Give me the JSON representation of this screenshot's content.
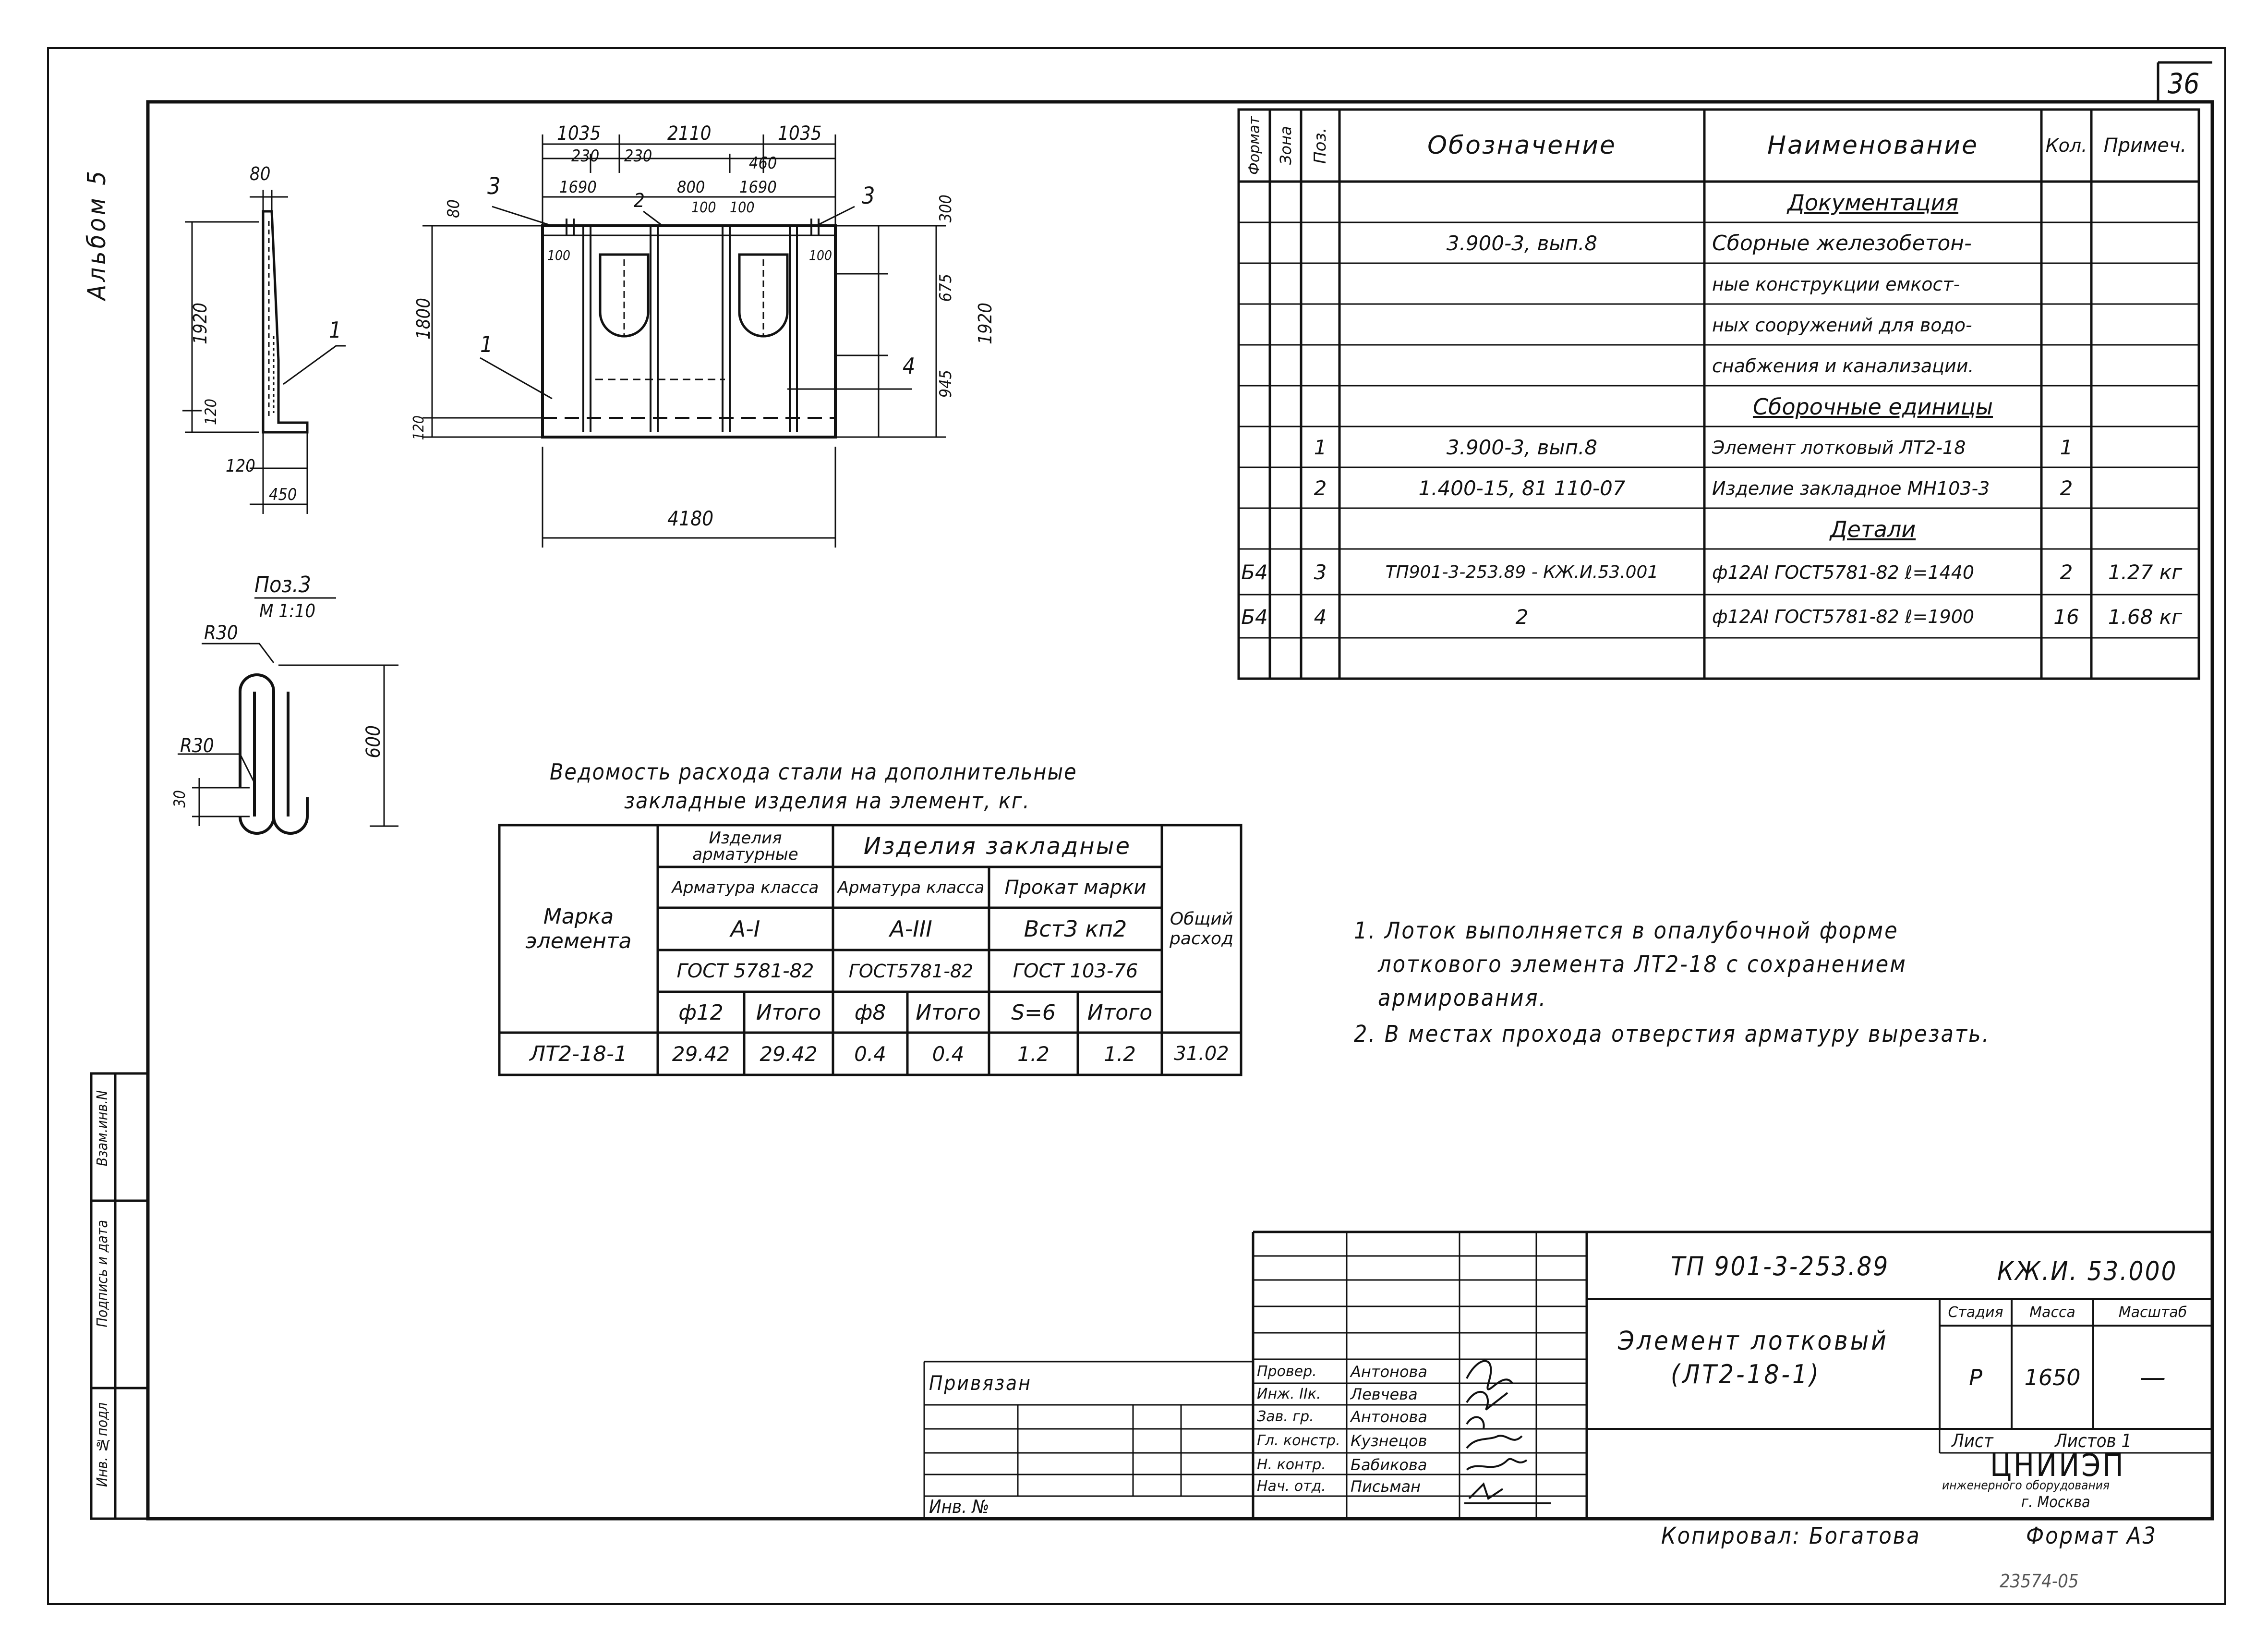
{
  "sheet": {
    "number": "36",
    "album": "Альбом 5",
    "copied_by": "Копировал: Богатова",
    "format": "Формат А3",
    "stamp_code": "23574-05"
  },
  "side_stamp": {
    "fields": [
      "Взам.инв.N",
      "Подпись и дата",
      "Инв. №подл"
    ]
  },
  "drawings": {
    "section": {
      "dims": [
        "80",
        "1920",
        "120",
        "120",
        "450"
      ],
      "callout": "1"
    },
    "plan": {
      "dims_top": [
        "1035",
        "2110",
        "1035",
        "230",
        "230",
        "460",
        "1690",
        "800",
        "1690",
        "100",
        "100",
        "100",
        "100"
      ],
      "dims_left": [
        "80",
        "1800",
        "120"
      ],
      "dims_right": [
        "300",
        "675",
        "945",
        "1920"
      ],
      "dim_bottom": "4180",
      "callouts": [
        "3",
        "2",
        "3",
        "1",
        "4"
      ]
    },
    "detail": {
      "title": "Поз.3",
      "scale": "М 1:10",
      "dims": [
        "R30",
        "R30",
        "30",
        "600"
      ]
    }
  },
  "spec_table": {
    "headers": {
      "format": "Формат",
      "zone": "Зона",
      "pos": "Поз.",
      "designation": "Обозначение",
      "name": "Наименование",
      "qty": "Кол.",
      "note": "Примеч."
    },
    "rows": [
      {
        "format": "",
        "zone": "",
        "pos": "",
        "designation": "",
        "name": "Документация",
        "qty": "",
        "note": "",
        "section": true
      },
      {
        "format": "",
        "zone": "",
        "pos": "",
        "designation": "3.900-3, вып.8",
        "name": "Сборные железобетон-",
        "qty": "",
        "note": ""
      },
      {
        "format": "",
        "zone": "",
        "pos": "",
        "designation": "",
        "name": "ные конструкции емкост-",
        "qty": "",
        "note": ""
      },
      {
        "format": "",
        "zone": "",
        "pos": "",
        "designation": "",
        "name": "ных сооружений для водо-",
        "qty": "",
        "note": ""
      },
      {
        "format": "",
        "zone": "",
        "pos": "",
        "designation": "",
        "name": "снабжения и канализации.",
        "qty": "",
        "note": ""
      },
      {
        "format": "",
        "zone": "",
        "pos": "",
        "designation": "",
        "name": "Сборочные единицы",
        "qty": "",
        "note": "",
        "section": true
      },
      {
        "format": "",
        "zone": "",
        "pos": "1",
        "designation": "3.900-3, вып.8",
        "name": "Элемент лотковый ЛТ2-18",
        "qty": "1",
        "note": ""
      },
      {
        "format": "",
        "zone": "",
        "pos": "2",
        "designation": "1.400-15, 81 110-07",
        "name": "Изделие закладное МН103-3",
        "qty": "2",
        "note": ""
      },
      {
        "format": "",
        "zone": "",
        "pos": "",
        "designation": "",
        "name": "Детали",
        "qty": "",
        "note": "",
        "section": true
      },
      {
        "format": "Б4",
        "zone": "",
        "pos": "3",
        "designation": "ТП901-3-253.89 - КЖ.И.53.001",
        "name": "ф12АI ГОСТ5781-82 ℓ=1440",
        "qty": "2",
        "note": "1.27 кг"
      },
      {
        "format": "Б4",
        "zone": "",
        "pos": "4",
        "designation": "2",
        "name": "ф12АI ГОСТ5781-82 ℓ=1900",
        "qty": "16",
        "note": "1.68 кг"
      },
      {
        "format": "",
        "zone": "",
        "pos": "",
        "designation": "",
        "name": "",
        "qty": "",
        "note": ""
      }
    ]
  },
  "steel_table": {
    "title_line1": "Ведомость расхода стали на дополнительные",
    "title_line2": "закладные изделия на элемент, кг.",
    "mark_header": "Марка элемента",
    "total_header": "Общий расход",
    "group1": "Изделия арматурные",
    "group2": "Изделия закладные",
    "armature_class": "Арматура класса",
    "armature_class2": "Арматура класса",
    "rolled": "Прокат марки",
    "class_a1": "А-I",
    "class_a3": "А-III",
    "steel_grade": "Вст3 кп2",
    "gost1": "ГОСТ 5781-82",
    "gost2": "ГОСТ5781-82",
    "gost3": "ГОСТ 103-76",
    "sub": [
      "ф12",
      "Итого",
      "ф8",
      "Итого",
      "S=6",
      "Итого"
    ],
    "row": {
      "mark": "ЛТ2-18-1",
      "values": [
        "29.42",
        "29.42",
        "0.4",
        "0.4",
        "1.2",
        "1.2",
        "31.02"
      ]
    }
  },
  "notes": [
    "1. Лоток выполняется в опалубочной форме",
    "лоткового элемента ЛТ2-18 с сохранением",
    "армирования.",
    "2. В местах прохода отверстия арматуру вырезать."
  ],
  "title_block": {
    "doc_code": "ТП 901-3-253.89",
    "sheet_code": "КЖ.И. 53.000",
    "title_line1": "Элемент лотковый",
    "title_line2": "(ЛТ2-18-1)",
    "stage_label": "Стадия",
    "mass_label": "Масса",
    "scale_label": "Масштаб",
    "stage": "Р",
    "mass": "1650",
    "scale": "—",
    "sheet_label": "Лист",
    "sheets_label": "Листов 1",
    "org_name": "ЦНИИЭП",
    "org_sub": "инженерного оборудования",
    "org_city": "г. Москва",
    "bound": "Привязан",
    "inv": "Инв. №",
    "signatures": [
      {
        "role": "Провер.",
        "name": "Антонова"
      },
      {
        "role": "Инж. IIк.",
        "name": "Левчева"
      },
      {
        "role": "Зав. гр.",
        "name": "Антонова"
      },
      {
        "role": "Гл. констр.",
        "name": "Кузнецов"
      },
      {
        "role": "Н. контр.",
        "name": "Бабикова"
      },
      {
        "role": "Нач. отд.",
        "name": "Письман"
      }
    ]
  }
}
